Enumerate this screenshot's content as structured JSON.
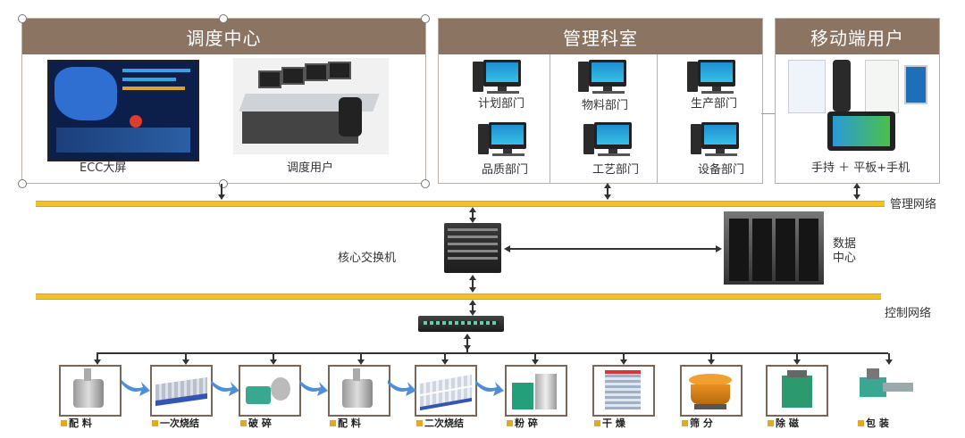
{
  "panels": {
    "dispatch_center": {
      "title": "调度中心",
      "items": [
        "ECC大屏",
        "调度用户"
      ]
    },
    "management": {
      "title": "管理科室",
      "departments": [
        "计划部门",
        "物料部门",
        "生产部门",
        "品质部门",
        "工艺部门",
        "设备部门"
      ]
    },
    "mobile": {
      "title": "移动端用户",
      "caption": "手持 ＋ 平板+手机"
    }
  },
  "network": {
    "management_net": "管理网络",
    "control_net": "控制网络",
    "core_switch": "核心交换机",
    "data_center": "数据\n中心"
  },
  "process": {
    "steps": [
      "配 料",
      "一次烧结",
      "破 碎",
      "配 料",
      "二次烧结",
      "粉 碎",
      "干 燥",
      "筛 分",
      "除 磁",
      "包 装"
    ]
  },
  "colors": {
    "header": "#8b7461",
    "bus": "#f2c12e",
    "equip_border": "#7a6656",
    "flow_arrow": "#4f8fd8"
  }
}
